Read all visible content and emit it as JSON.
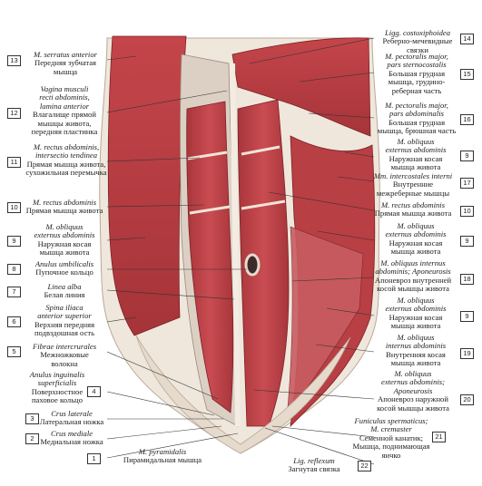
{
  "labels_left": [
    {
      "num": "13",
      "lat": "M. serratus anterior",
      "ru": "Передняя зубчатая\nмышца"
    },
    {
      "num": "12",
      "lat": "Vagina musculi\nrecti abdominis,\nlamina anterior",
      "ru": "Влагалище прямой\nмышцы живота,\nпередняя пластинка"
    },
    {
      "num": "11",
      "lat": "M. rectus abdominis,\nintersectio tendinea",
      "ru": "Прямая мышца живота,\nсухожильная перемычка"
    },
    {
      "num": "10",
      "lat": "M. rectus abdominis",
      "ru": "Прямая мышца живота"
    },
    {
      "num": "9",
      "lat": "M. obliquus\nexternus abdominis",
      "ru": "Наружная косая\nмышца живота"
    },
    {
      "num": "8",
      "lat": "Anulus umbilicalis",
      "ru": "Пупочное кольцо"
    },
    {
      "num": "7",
      "lat": "Linea alba",
      "ru": "Белая линия"
    },
    {
      "num": "6",
      "lat": "Spina iliaca\nanterior superior",
      "ru": "Верхняя передняя\nподвздошная ость"
    },
    {
      "num": "5",
      "lat": "Fibrae intercrurales",
      "ru": "Межножковые\nволокна"
    },
    {
      "num": "4",
      "lat": "Anulus inguinalis\nsuperficialis",
      "ru": "Поверхностное\nпаховое кольцо"
    },
    {
      "num": "3",
      "lat": "Crus laterale",
      "ru": "Латеральная ножка"
    },
    {
      "num": "2",
      "lat": "Crus mediale",
      "ru": "Медиальная ножка"
    },
    {
      "num": "1",
      "lat": "M. pyramidalis",
      "ru": "Пирамидальная мышца"
    }
  ],
  "labels_right": [
    {
      "num": "14",
      "lat": "Ligg. costoxiphoidea",
      "ru": "Реберно-мечевидные\nсвязки"
    },
    {
      "num": "15",
      "lat": "M. pectoralis major,\npars sternocostalis",
      "ru": "Большая грудная\nмышца, грудино-\nреберная часть"
    },
    {
      "num": "16",
      "lat": "M. pectoralis major,\npars abdominalis",
      "ru": "Большая грудная\nмышца, брюшная часть"
    },
    {
      "num": "9",
      "lat": "M. obliquus\nexternus abdominis",
      "ru": "Наружная косая\nмышца живота"
    },
    {
      "num": "17",
      "lat": "Mm. intercostales interni",
      "ru": "Внутренние\nмежреберные мышцы"
    },
    {
      "num": "10",
      "lat": "M. rectus abdominis",
      "ru": "Прямая мышца живота"
    },
    {
      "num": "9",
      "lat": "M. obliquus\nexternus abdominis",
      "ru": "Наружная косая\nмышца живота"
    },
    {
      "num": "18",
      "lat": "M. obliquus internus\nabdominis; Aponeurosis",
      "ru": "Апоневроз внутренней\nкосой мышцы живота"
    },
    {
      "num": "9",
      "lat": "M. obliquus\nexternus abdominis",
      "ru": "Наружная косая\nмышца живота"
    },
    {
      "num": "19",
      "lat": "M. obliquus\ninternus abdominis",
      "ru": "Внутренняя косая\nмышца живота"
    },
    {
      "num": "20",
      "lat": "M. obliquus\nexternus abdominis;\nAponeurosis",
      "ru": "Апоневроз наружной\nкосой мышцы живота"
    },
    {
      "num": "21",
      "lat": "Funiculus spermaticus;\nM. cremaster",
      "ru": "Семенной канатик;\nМышца, поднимающая\nяичко"
    },
    {
      "num": "22",
      "lat": "Lig. reflexum",
      "ru": "Загнутая связка"
    }
  ],
  "colors": {
    "muscle": "#c4454a",
    "muscle_dark": "#8e2a30",
    "muscle_light": "#d9777a",
    "fascia": "#e4dcd2",
    "skin": "#efe7dc",
    "line": "#333333"
  }
}
